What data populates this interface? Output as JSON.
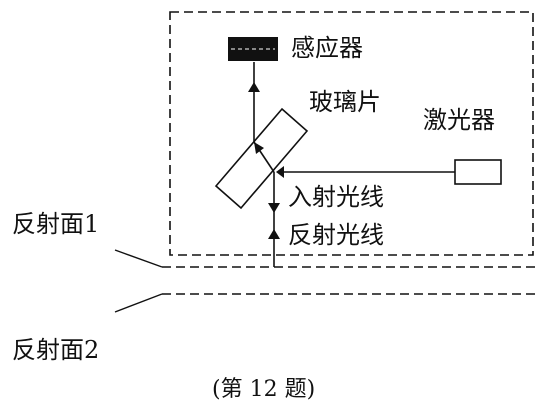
{
  "labels": {
    "sensor": "感应器",
    "glass": "玻璃片",
    "laser": "激光器",
    "incident_ray": "入射光线",
    "reflected_ray": "反射光线",
    "surface1": "反射面1",
    "surface2": "反射面2",
    "caption": "(第 12 题)"
  },
  "colors": {
    "ink": "#111111",
    "sensor_fill": "#111111",
    "background": "#ffffff"
  }
}
